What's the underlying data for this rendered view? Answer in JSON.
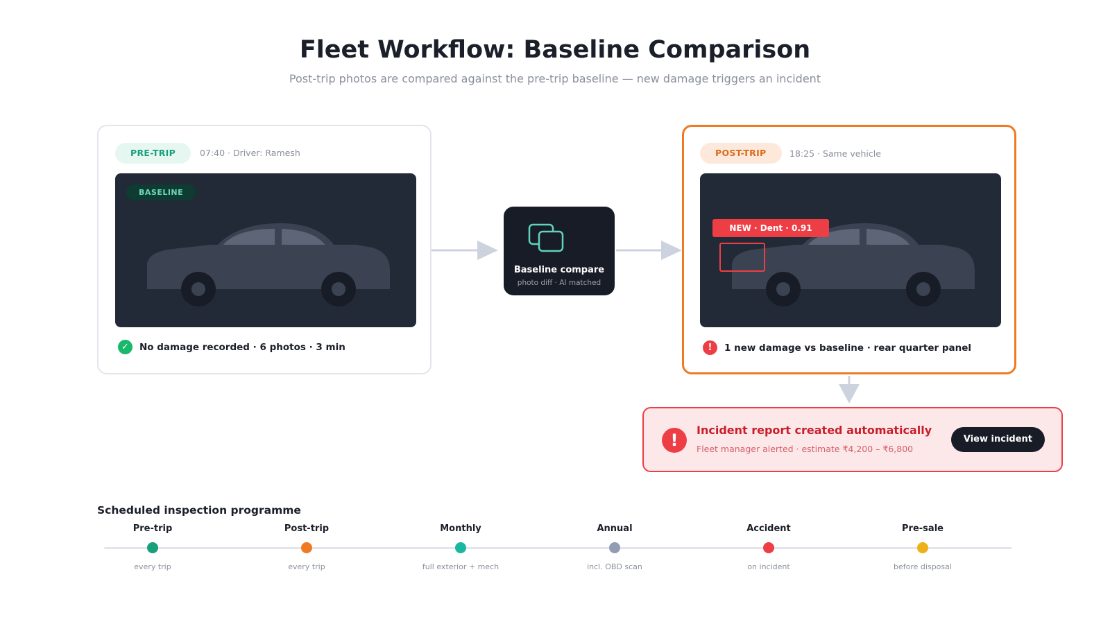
{
  "header": {
    "title": "Fleet Workflow: Baseline Comparison",
    "subtitle": "Post-trip photos are compared against the pre-trip baseline — new damage triggers an incident"
  },
  "pre_trip": {
    "badge": "PRE-TRIP",
    "meta": "07:40 · Driver: Ramesh",
    "photo_tag": "BASELINE",
    "status": "No damage recorded · 6 photos · 3 min"
  },
  "compare": {
    "label": "Baseline compare",
    "sub": "photo diff · AI matched"
  },
  "post_trip": {
    "badge": "POST-TRIP",
    "meta": "18:25 · Same vehicle",
    "detection_tag": "NEW · Dent · 0.91",
    "status": "1 new damage vs baseline · rear quarter panel"
  },
  "incident": {
    "title": "Incident report created automatically",
    "detail": "Fleet manager alerted · estimate ₹4,200 – ₹6,800",
    "button": "View incident"
  },
  "schedule": {
    "title": "Scheduled inspection programme",
    "steps": [
      {
        "name": "Pre-trip",
        "note": "every trip",
        "color": "#17a079"
      },
      {
        "name": "Post-trip",
        "note": "every trip",
        "color": "#f07a23"
      },
      {
        "name": "Monthly",
        "note": "full exterior + mech",
        "color": "#1ab89f"
      },
      {
        "name": "Annual",
        "note": "incl. OBD scan",
        "color": "#929db1"
      },
      {
        "name": "Accident",
        "note": "on incident",
        "color": "#ee3e45"
      },
      {
        "name": "Pre-sale",
        "note": "before disposal",
        "color": "#ecb11a"
      }
    ]
  },
  "colors": {
    "accent_orange": "#f07a23",
    "accent_green": "#17a079",
    "alert_red": "#ee3e45",
    "dark": "#181c26"
  }
}
